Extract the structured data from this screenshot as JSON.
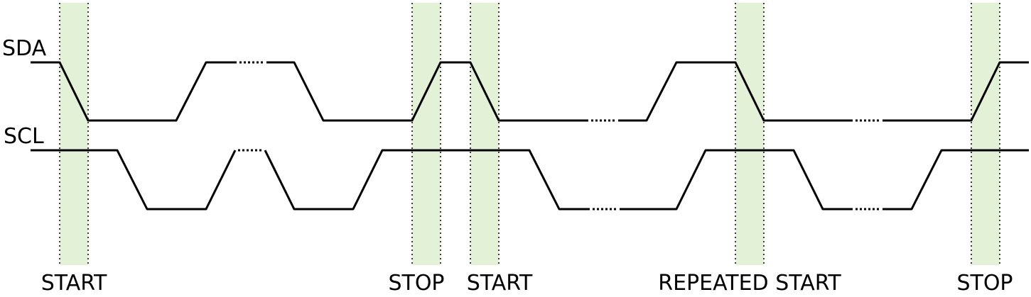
{
  "signals": {
    "sda": {
      "label": "SDA"
    },
    "scl": {
      "label": "SCL"
    }
  },
  "conditions": {
    "start_1": "START",
    "stop_1": "STOP",
    "start_2": "START",
    "repeated_start": "REPEATED START",
    "stop_2": "STOP"
  },
  "colors": {
    "waveform": "#000000",
    "highlight_band": "#e3f2d6",
    "dotted_guides": "#000000"
  }
}
